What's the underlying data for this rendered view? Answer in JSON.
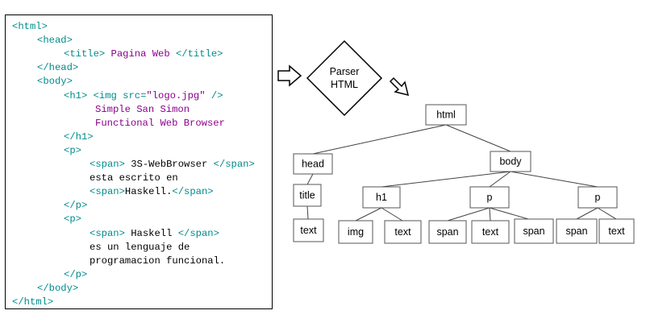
{
  "code": {
    "lines": [
      {
        "indent": 0,
        "parts": [
          {
            "t": "<html>",
            "c": "tag"
          }
        ]
      },
      {
        "indent": 1,
        "parts": [
          {
            "t": "<head>",
            "c": "tag"
          }
        ]
      },
      {
        "indent": 2,
        "parts": [
          {
            "t": "<title>",
            "c": "tag"
          },
          {
            "t": " Pagina Web ",
            "c": "pur"
          },
          {
            "t": "</title>",
            "c": "tag"
          }
        ]
      },
      {
        "indent": 1,
        "parts": [
          {
            "t": "</head>",
            "c": "tag"
          }
        ]
      },
      {
        "indent": 1,
        "parts": [
          {
            "t": "<body>",
            "c": "tag"
          }
        ]
      },
      {
        "indent": 2,
        "parts": [
          {
            "t": "<h1>",
            "c": "tag"
          },
          {
            "t": " ",
            "c": "txt"
          },
          {
            "t": "<img src=",
            "c": "tag"
          },
          {
            "t": "\"logo.jpg\"",
            "c": "pur"
          },
          {
            "t": " />",
            "c": "tag"
          }
        ]
      },
      {
        "indent": 3,
        "parts": [
          {
            "t": "Simple San Simon",
            "c": "pur"
          }
        ]
      },
      {
        "indent": 3,
        "parts": [
          {
            "t": "Functional Web Browser",
            "c": "pur"
          }
        ]
      },
      {
        "indent": 3,
        "parts": [
          {
            "t": "</h1>",
            "c": "tag"
          }
        ]
      },
      {
        "indent": 3,
        "parts": [
          {
            "t": "<p>",
            "c": "tag"
          }
        ]
      },
      {
        "indent": 4,
        "parts": [
          {
            "t": "<span>",
            "c": "tag"
          },
          {
            "t": " 3S-WebBrowser ",
            "c": "txt"
          },
          {
            "t": "</span>",
            "c": "tag"
          }
        ]
      },
      {
        "indent": 4,
        "parts": [
          {
            "t": "esta escrito en",
            "c": "txt"
          }
        ]
      },
      {
        "indent": 4,
        "parts": [
          {
            "t": "<span>",
            "c": "tag"
          },
          {
            "t": "Haskell.",
            "c": "txt"
          },
          {
            "t": "</span>",
            "c": "tag"
          }
        ]
      },
      {
        "indent": 3,
        "parts": [
          {
            "t": "</p>",
            "c": "tag"
          }
        ]
      },
      {
        "indent": 3,
        "parts": [
          {
            "t": "<p>",
            "c": "tag"
          }
        ]
      },
      {
        "indent": 4,
        "parts": [
          {
            "t": "<span>",
            "c": "tag"
          },
          {
            "t": " Haskell ",
            "c": "txt"
          },
          {
            "t": "</span>",
            "c": "tag"
          }
        ]
      },
      {
        "indent": 4,
        "parts": [
          {
            "t": "es un lenguaje de",
            "c": "txt"
          }
        ]
      },
      {
        "indent": 4,
        "parts": [
          {
            "t": "programacion funcional.",
            "c": "txt"
          }
        ]
      },
      {
        "indent": 3,
        "parts": [
          {
            "t": "</p>",
            "c": "tag"
          }
        ]
      },
      {
        "indent": 1,
        "parts": [
          {
            "t": "</body>",
            "c": "tag"
          }
        ]
      },
      {
        "indent": 0,
        "parts": [
          {
            "t": "</html>",
            "c": "tag"
          }
        ]
      }
    ]
  },
  "parser": {
    "line1": "Parser",
    "line2": "HTML"
  },
  "tree": {
    "nodes": [
      {
        "id": "html",
        "label": "html"
      },
      {
        "id": "head",
        "label": "head"
      },
      {
        "id": "body",
        "label": "body"
      },
      {
        "id": "title",
        "label": "title"
      },
      {
        "id": "title-text",
        "label": "text"
      },
      {
        "id": "h1",
        "label": "h1"
      },
      {
        "id": "p1",
        "label": "p"
      },
      {
        "id": "p2",
        "label": "p"
      },
      {
        "id": "h1-img",
        "label": "img"
      },
      {
        "id": "h1-text",
        "label": "text"
      },
      {
        "id": "p1-span",
        "label": "span"
      },
      {
        "id": "p1-text",
        "label": "text"
      },
      {
        "id": "p1-span2",
        "label": "span"
      },
      {
        "id": "p2-span",
        "label": "span"
      },
      {
        "id": "p2-text",
        "label": "text"
      }
    ]
  }
}
